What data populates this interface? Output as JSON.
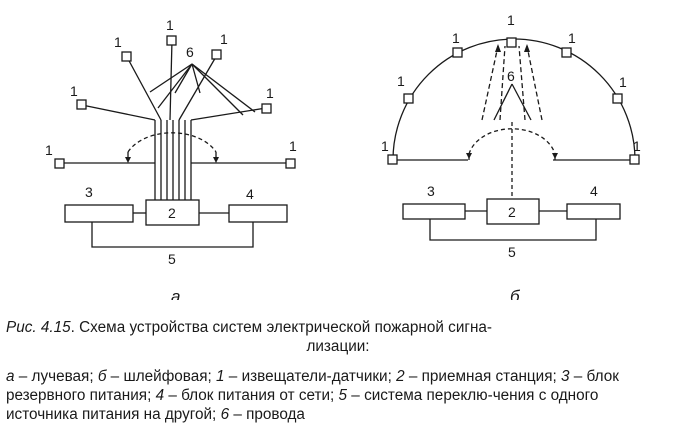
{
  "diagram": {
    "labels": {
      "detector": "1",
      "station": "2",
      "reserve": "3",
      "mains": "4",
      "switching": "5",
      "wires": "6"
    },
    "sublabels": {
      "a": "а",
      "b": "б"
    }
  },
  "caption": {
    "fig_prefix": "Рис. 4.15",
    "title_line1": ". Схема устройства систем электрической пожарной сигна-",
    "title_line2": "лизации:",
    "legend": [
      {
        "key": "а",
        "text": " – лучевая; "
      },
      {
        "key": "б",
        "text": " – шлейфовая; "
      },
      {
        "key": "1",
        "text": " – извещатели-датчики; "
      },
      {
        "key": "2",
        "text": " – приемная станция; "
      },
      {
        "key": "3",
        "text": " – блок резервного питания; "
      },
      {
        "key": "4",
        "text": " – блок питания от сети; "
      },
      {
        "key": "5",
        "text": " – система переклю-чения с одного источника питания на другой; "
      },
      {
        "key": "6",
        "text": " – провода"
      }
    ]
  }
}
